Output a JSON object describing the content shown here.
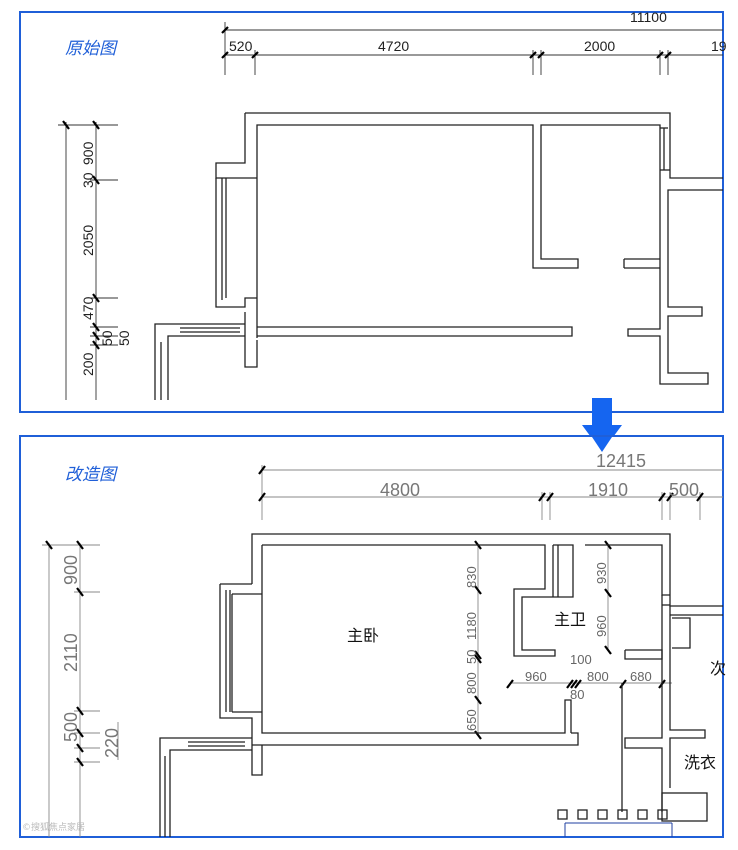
{
  "colors": {
    "frame": "#1f5fd8",
    "arrow": "#1565f0",
    "title": "#1f5fd8"
  },
  "original": {
    "title": "原始图",
    "top_total": "11100",
    "top_dims": [
      "520",
      "4720",
      "2000",
      "19"
    ],
    "left_dims": [
      "900",
      "30",
      "2050",
      "470",
      "50",
      "50",
      "200"
    ]
  },
  "arrow_icon": "arrow-down-icon",
  "renovated": {
    "title": "改造图",
    "top_total": "12415",
    "top_dims": [
      "4800",
      "1910",
      "500"
    ],
    "left_dims": [
      "900",
      "2110",
      "500",
      "220"
    ],
    "inner_dims_bedroom": [
      "830",
      "1180",
      "50",
      "800",
      "650"
    ],
    "inner_dims_bath": [
      "930",
      "960"
    ],
    "horizontal_dims": [
      "960",
      "800",
      "680",
      "100",
      "80"
    ],
    "rooms": {
      "master_bedroom": "主卧",
      "master_bath": "主卫",
      "second": "次",
      "laundry": "洗衣"
    },
    "watermark": "©搜狐焦点家居"
  }
}
